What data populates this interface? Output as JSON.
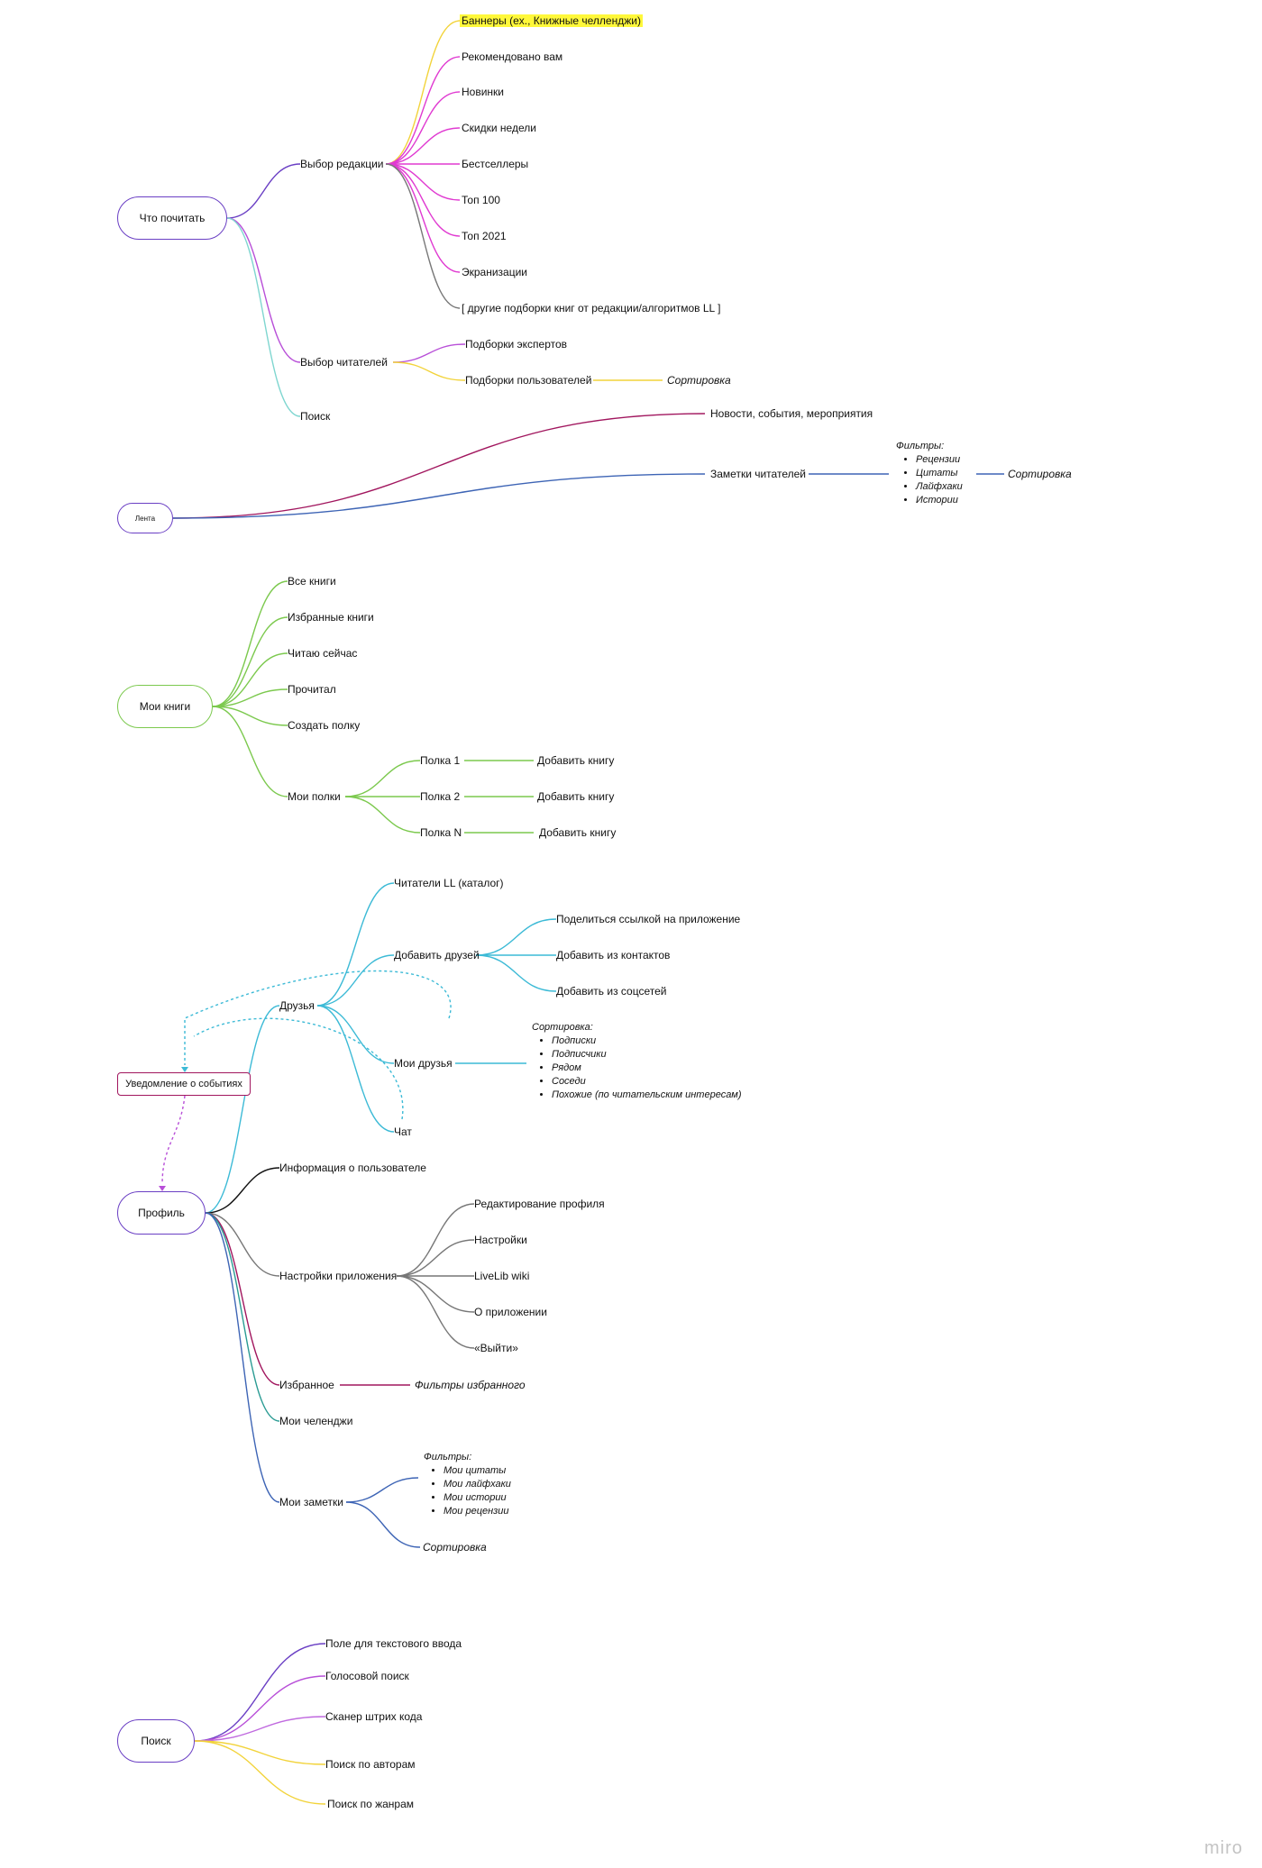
{
  "watermark": "miro",
  "colors": {
    "purple": "#6a3fc4",
    "magenta": "#e03ad1",
    "yellow": "#f2d33a",
    "gray": "#777777",
    "teal": "#7fd6d0",
    "violet": "#b84fd8",
    "crimson": "#a1165e",
    "blue": "#3d64b5",
    "green": "#7cc94e",
    "cyan": "#3cbad6",
    "black": "#111111",
    "lightpurple": "#c06adf"
  },
  "mindmap": {
    "what_to_read": {
      "root": "Что почитать",
      "editors_choice": {
        "label": "Выбор редакции",
        "items": [
          "Баннеры (ex., Книжные челленджи)",
          "Рекомендовано вам",
          "Новинки",
          "Скидки недели",
          "Бестселлеры",
          "Топ 100",
          "Топ 2021",
          "Экранизации",
          "[ другие подборки книг от редакции/алгоритмов LL ]"
        ]
      },
      "readers_choice": {
        "label": "Выбор читателей",
        "items": [
          "Подборки экспертов",
          "Подборки пользователей"
        ],
        "sort": "Сортировка"
      },
      "search": "Поиск"
    },
    "feed": {
      "root": "Лента",
      "news": "Новости, события, мероприятия",
      "notes": "Заметки читателей",
      "filters_title": "Фильтры:",
      "filters": [
        "Рецензии",
        "Цитаты",
        "Лайфхаки",
        "Истории"
      ],
      "sort": "Сортировка"
    },
    "my_books": {
      "root": "Мои книги",
      "items": [
        "Все книги",
        "Избранные книги",
        "Читаю сейчас",
        "Прочитал",
        "Создать полку"
      ],
      "shelves": {
        "label": "Мои полки",
        "items": [
          {
            "name": "Полка 1",
            "action": "Добавить книгу"
          },
          {
            "name": "Полка 2",
            "action": "Добавить книгу"
          },
          {
            "name": "Полка N",
            "action": "Добавить книгу"
          }
        ]
      }
    },
    "profile": {
      "root": "Профиль",
      "notification": "Уведомление о событиях",
      "friends": {
        "label": "Друзья",
        "catalog": "Читатели LL (каталог)",
        "add": "Добавить друзей",
        "add_items": [
          "Поделиться ссылкой на приложение",
          "Добавить из контактов",
          "Добавить из соцсетей"
        ],
        "mine": "Мои друзья",
        "sort_title": "Сортировка:",
        "sort_items": [
          "Подписки",
          "Подписчики",
          "Рядом",
          "Соседи",
          "Похожие (по читательским интересам)"
        ],
        "chat": "Чат"
      },
      "user_info": "Информация о пользователе",
      "settings": {
        "label": "Настройки приложения",
        "items": [
          "Редактирование профиля",
          "Настройки",
          "LiveLib wiki",
          "О приложении",
          "«Выйти»"
        ]
      },
      "favorites": "Избранное",
      "favorites_filters": "Фильтры избранного",
      "challenges": "Мои челенджи",
      "notes": {
        "label": "Мои заметки",
        "filters_title": "Фильтры:",
        "filters": [
          "Мои цитаты",
          "Мои лайфхаки",
          "Мои истории",
          "Мои рецензии"
        ],
        "sort": "Сортировка"
      }
    },
    "search": {
      "root": "Поиск",
      "items": [
        "Поле для текстового ввода",
        "Голосовой поиск",
        "Сканер штрих кода",
        "Поиск по авторам",
        "Поиск по жанрам"
      ]
    }
  }
}
